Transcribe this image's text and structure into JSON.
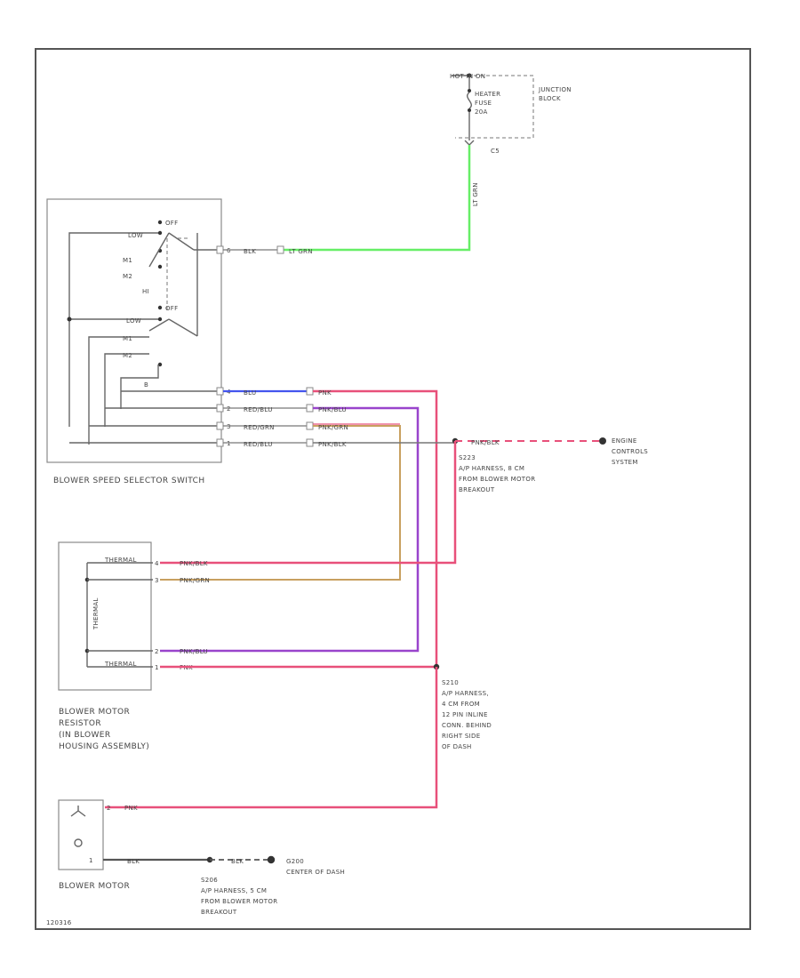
{
  "junction_block": {
    "top_label": "HOT IN ON",
    "fuse_name": "HEATER",
    "fuse_word": "FUSE",
    "fuse_amp": "20A",
    "title_line1": "JUNCTION",
    "title_line2": "BLOCK",
    "pin": "C5",
    "wire_vertical": "LT GRN"
  },
  "switch": {
    "positions": {
      "low": "LOW",
      "m1": "M1",
      "m2": "M2",
      "hi": "HI",
      "off": "OFF"
    },
    "pin_b": "B",
    "label": "BLOWER SPEED SELECTOR SWITCH",
    "connections": [
      {
        "pin": "6",
        "switch_color": "BLK",
        "wire_color": "LT GRN"
      },
      {
        "pin": "4",
        "switch_color": "BLU",
        "wire_color": "PNK"
      },
      {
        "pin": "2",
        "switch_color": "RED/BLU",
        "wire_color": "PNK/BLU"
      },
      {
        "pin": "3",
        "switch_color": "RED/GRN",
        "wire_color": "PNK/GRN"
      },
      {
        "pin": "1",
        "switch_color": "RED/BLU",
        "wire_color": "PNK/BLK"
      }
    ]
  },
  "splice_s223": {
    "wire": "PNK/BLK",
    "id": "S223",
    "line1": "A/P HARNESS, 8 CM",
    "line2": "FROM BLOWER MOTOR",
    "line3": "BREAKOUT"
  },
  "engine_controls": {
    "line1": "ENGINE",
    "line2": "CONTROLS",
    "line3": "SYSTEM"
  },
  "resistor": {
    "label_line1": "BLOWER MOTOR",
    "label_line2": "RESISTOR",
    "label_line3": "(IN BLOWER",
    "label_line4": "HOUSING ASSEMBLY)",
    "resistor_code": "THERMAL",
    "pins": [
      {
        "pin": "4",
        "wire": "PNK/BLK"
      },
      {
        "pin": "3",
        "wire": "PNK/GRN"
      },
      {
        "pin": "2",
        "wire": "PNK/BLU"
      },
      {
        "pin": "1",
        "wire": "PNK"
      }
    ]
  },
  "splice_s210": {
    "id": "S210",
    "line1": "A/P HARNESS,",
    "line2": "4 CM FROM",
    "line3": "12 PIN INLINE",
    "line4": "CONN. BEHIND",
    "line5": "RIGHT SIDE",
    "line6": "OF DASH"
  },
  "blower_motor": {
    "label": "BLOWER MOTOR",
    "pin2": "2",
    "pin2_wire": "PNK",
    "pin1": "1",
    "pin1_wire": "BLK",
    "ground_wire": "BLK"
  },
  "splice_s206": {
    "id": "S206",
    "line1": "A/P HARNESS, 5 CM",
    "line2": "FROM BLOWER MOTOR",
    "line3": "BREAKOUT"
  },
  "ground_g200": {
    "id": "G200",
    "line1": "CENTER OF DASH"
  },
  "figure_id": "120316",
  "colors": {
    "lt_grn": "#66ee66",
    "pnk": "#e8507a",
    "blu": "#4455ee",
    "purple": "#9944cc",
    "tan": "#c8a060",
    "wire_gray": "#777777"
  }
}
